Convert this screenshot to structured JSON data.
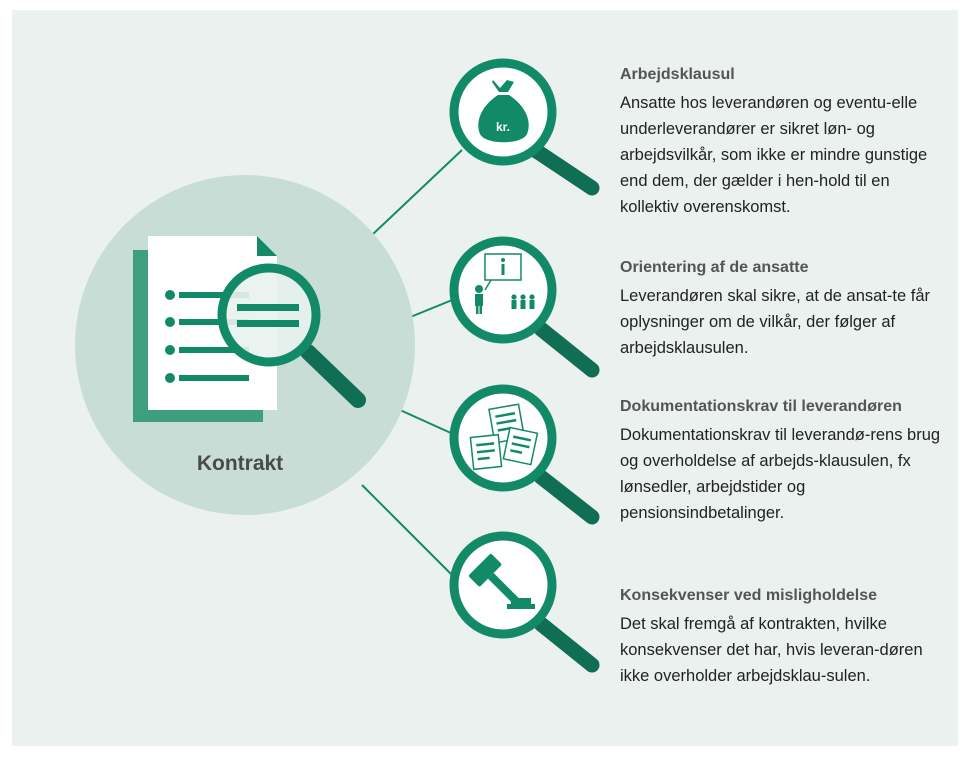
{
  "center": {
    "label": "Kontrakt"
  },
  "colors": {
    "panel": "#eaf1ee",
    "circle": "#c8ddd5",
    "accent": "#128a68",
    "accent_dark": "#0f6e54"
  },
  "items": [
    {
      "icon": "money-bag-icon",
      "icon_text": "kr.",
      "title": "Arbejdsklausul",
      "body": "Ansatte hos leverandøren og eventu-elle underleverandører er sikret løn- og arbejdsvilkår, som ikke er mindre gunstige end dem, der gælder i hen-hold til en kollektiv overenskomst."
    },
    {
      "icon": "presentation-icon",
      "icon_text": "i",
      "title": "Orientering af de ansatte",
      "body": "Leverandøren skal sikre, at de ansat-te får oplysninger om de vilkår, der følger af arbejdsklausulen."
    },
    {
      "icon": "documents-icon",
      "title": "Dokumentationskrav til leverandøren",
      "body": "Dokumentationskrav til leverandø-rens brug og overholdelse af arbejds-klausulen, fx lønsedler, arbejdstider og pensionsindbetalinger."
    },
    {
      "icon": "gavel-icon",
      "title": "Konsekvenser ved misligholdelse",
      "body": "Det skal fremgå af kontrakten, hvilke konsekvenser det har, hvis leveran-døren ikke overholder arbejdsklau-sulen."
    }
  ]
}
